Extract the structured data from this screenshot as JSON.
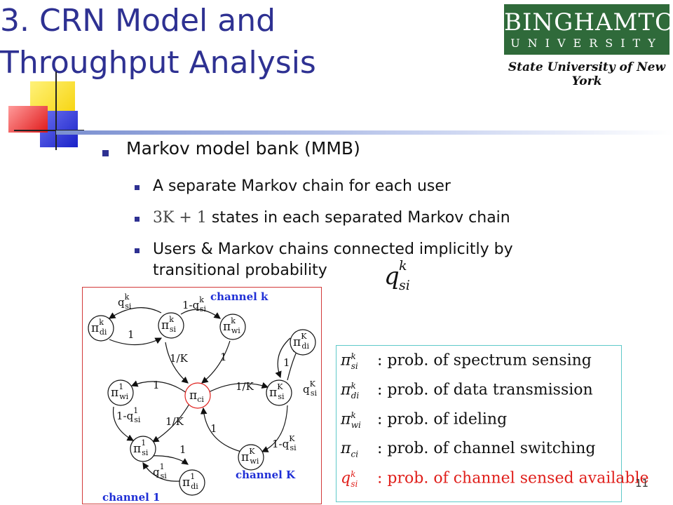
{
  "slide": {
    "title_line1": "3. CRN Model and",
    "title_line2": "Throughput Analysis",
    "page_number": "11"
  },
  "logo": {
    "name": "BINGHAMTON",
    "university": "UNIVERSITY",
    "subtitle": "State University of New York"
  },
  "bullets": {
    "main": "Markov model bank (MMB)",
    "sub": [
      {
        "text": "A separate Markov chain for each user"
      },
      {
        "math": "3K + 1",
        "text": " states in each separated Markov chain"
      },
      {
        "text_line1": "Users & Markov chains connected implicitly by",
        "text_line2": "transitional probability"
      }
    ],
    "probability_symbol": {
      "base": "q",
      "sup": "k",
      "sub": "si"
    }
  },
  "diagram": {
    "labels": {
      "channel_k": "channel k",
      "channel_K": "channel K",
      "channel_1": "channel 1"
    },
    "nodes": {
      "dk": {
        "base": "π",
        "sup": "k",
        "sub": "di"
      },
      "sk": {
        "base": "π",
        "sup": "k",
        "sub": "si"
      },
      "wk": {
        "base": "π",
        "sup": "k",
        "sub": "wi"
      },
      "ci": {
        "base": "π",
        "sup": "",
        "sub": "ci"
      },
      "dK": {
        "base": "π",
        "sup": "K",
        "sub": "di"
      },
      "sK": {
        "base": "π",
        "sup": "K",
        "sub": "si"
      },
      "wK": {
        "base": "π",
        "sup": "K",
        "sub": "wi"
      },
      "w1": {
        "base": "π",
        "sup": "1",
        "sub": "wi"
      },
      "s1": {
        "base": "π",
        "sup": "1",
        "sub": "si"
      },
      "d1": {
        "base": "π",
        "sup": "1",
        "sub": "di"
      }
    },
    "edge_labels": {
      "q_sk": {
        "pre": "q",
        "sup": "k",
        "sub": "si"
      },
      "one_minus_q_sk": {
        "pre": "1-q",
        "sup": "k",
        "sub": "si"
      },
      "one_dk_sk": "1",
      "one_over_K_k": "1/K",
      "one_wk_ci": "1",
      "one_w1": "1",
      "one_over_K_right": "1/K",
      "one_dK": "1",
      "q_sK": {
        "pre": "q",
        "sup": "K",
        "sub": "si"
      },
      "one_minus_q_s1": {
        "pre": "1-q",
        "sup": "1",
        "sub": "si"
      },
      "one_over_K_1": "1/K",
      "one_wK_ci": "1",
      "one_minus_q_sK": {
        "pre": "1-q",
        "sup": "K",
        "sub": "si"
      },
      "one_d1": "1",
      "q_s1": {
        "pre": "q",
        "sup": "1",
        "sub": "si"
      }
    }
  },
  "legend": {
    "items": [
      {
        "sym_base": "π",
        "sym_sup": "k",
        "sym_sub": "si",
        "text": ": prob. of spectrum sensing",
        "color": "#111111"
      },
      {
        "sym_base": "π",
        "sym_sup": "k",
        "sym_sub": "di",
        "text": ": prob. of data transmission",
        "color": "#111111"
      },
      {
        "sym_base": "π",
        "sym_sup": "k",
        "sym_sub": "wi",
        "text": ": prob. of ideling",
        "color": "#111111"
      },
      {
        "sym_base": "π",
        "sym_sup": "",
        "sym_sub": "ci",
        "text": ": prob. of channel switching",
        "color": "#111111"
      },
      {
        "sym_base": "q",
        "sym_sup": "k",
        "sym_sub": "si",
        "text": ": prob. of channel sensed available",
        "color": "#e0201c"
      }
    ]
  },
  "colors": {
    "title": "#2e3192",
    "channel_label": "#1f2fd6",
    "ci_node": "#e0201c",
    "legend_highlight": "#e0201c",
    "logo_green": "#2f6a3a"
  }
}
